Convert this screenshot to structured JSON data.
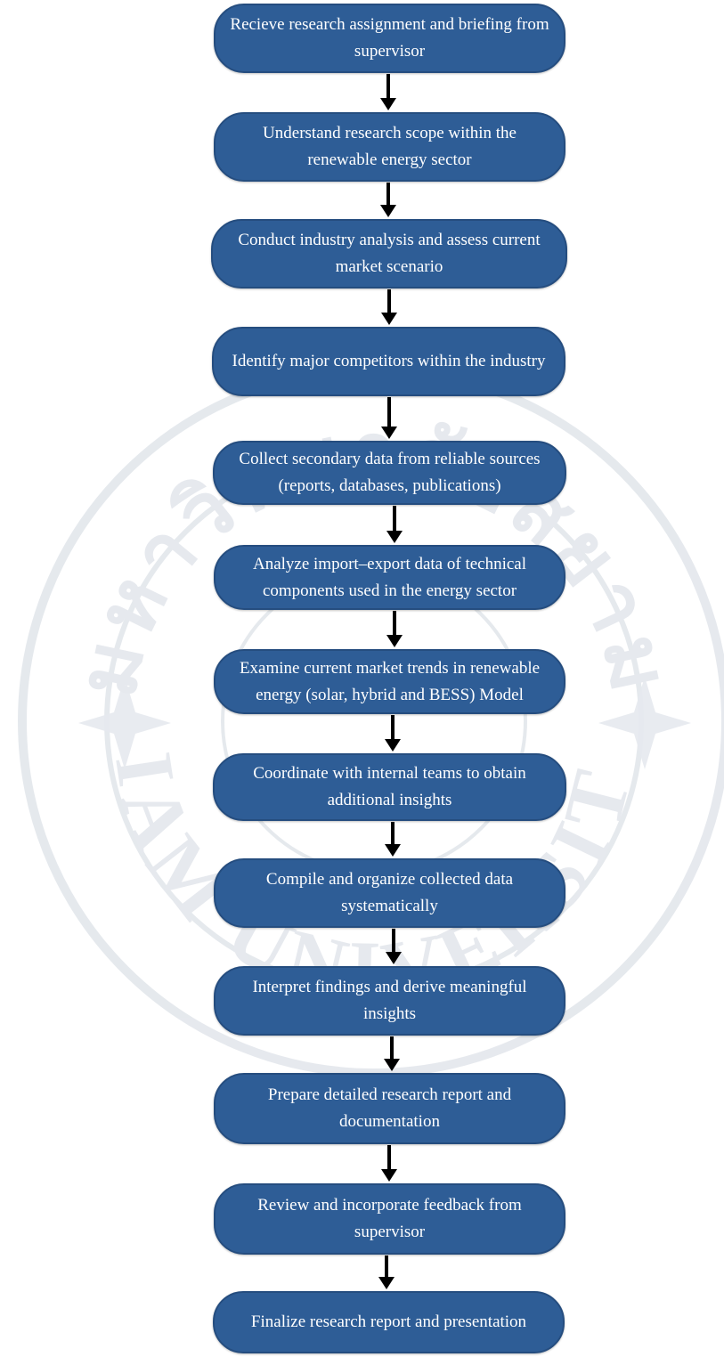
{
  "colors": {
    "box_fill": "#2e5d96",
    "box_border": "#254d7f",
    "box_text": "#ffffff",
    "arrow": "#000000",
    "watermark": "#dde3ea"
  },
  "watermark": {
    "icon": "siam-university-seal",
    "text_top": "มหาวิทยาลัยสยาม",
    "text_bottom": "SIAM UNIVERSITY"
  },
  "steps": [
    {
      "label": "Recieve research assignment and briefing from supervisor"
    },
    {
      "label": "Understand research scope within the renewable energy sector"
    },
    {
      "label": "Conduct industry analysis and assess current market scenario"
    },
    {
      "label": "Identify major competitors within the industry"
    },
    {
      "label": "Collect secondary data from reliable sources (reports, databases, publications)"
    },
    {
      "label": "Analyze import–export data of technical components used in the energy sector"
    },
    {
      "label": "Examine current market trends in renewable energy (solar, hybrid and BESS) Model"
    },
    {
      "label": "Coordinate with internal teams to obtain additional insights"
    },
    {
      "label": "Compile and organize collected data systematically"
    },
    {
      "label": "Interpret findings and derive meaningful insights"
    },
    {
      "label": "Prepare detailed research report and documentation"
    },
    {
      "label": "Review and incorporate feedback from supervisor"
    },
    {
      "label": "Finalize research report and presentation"
    }
  ]
}
